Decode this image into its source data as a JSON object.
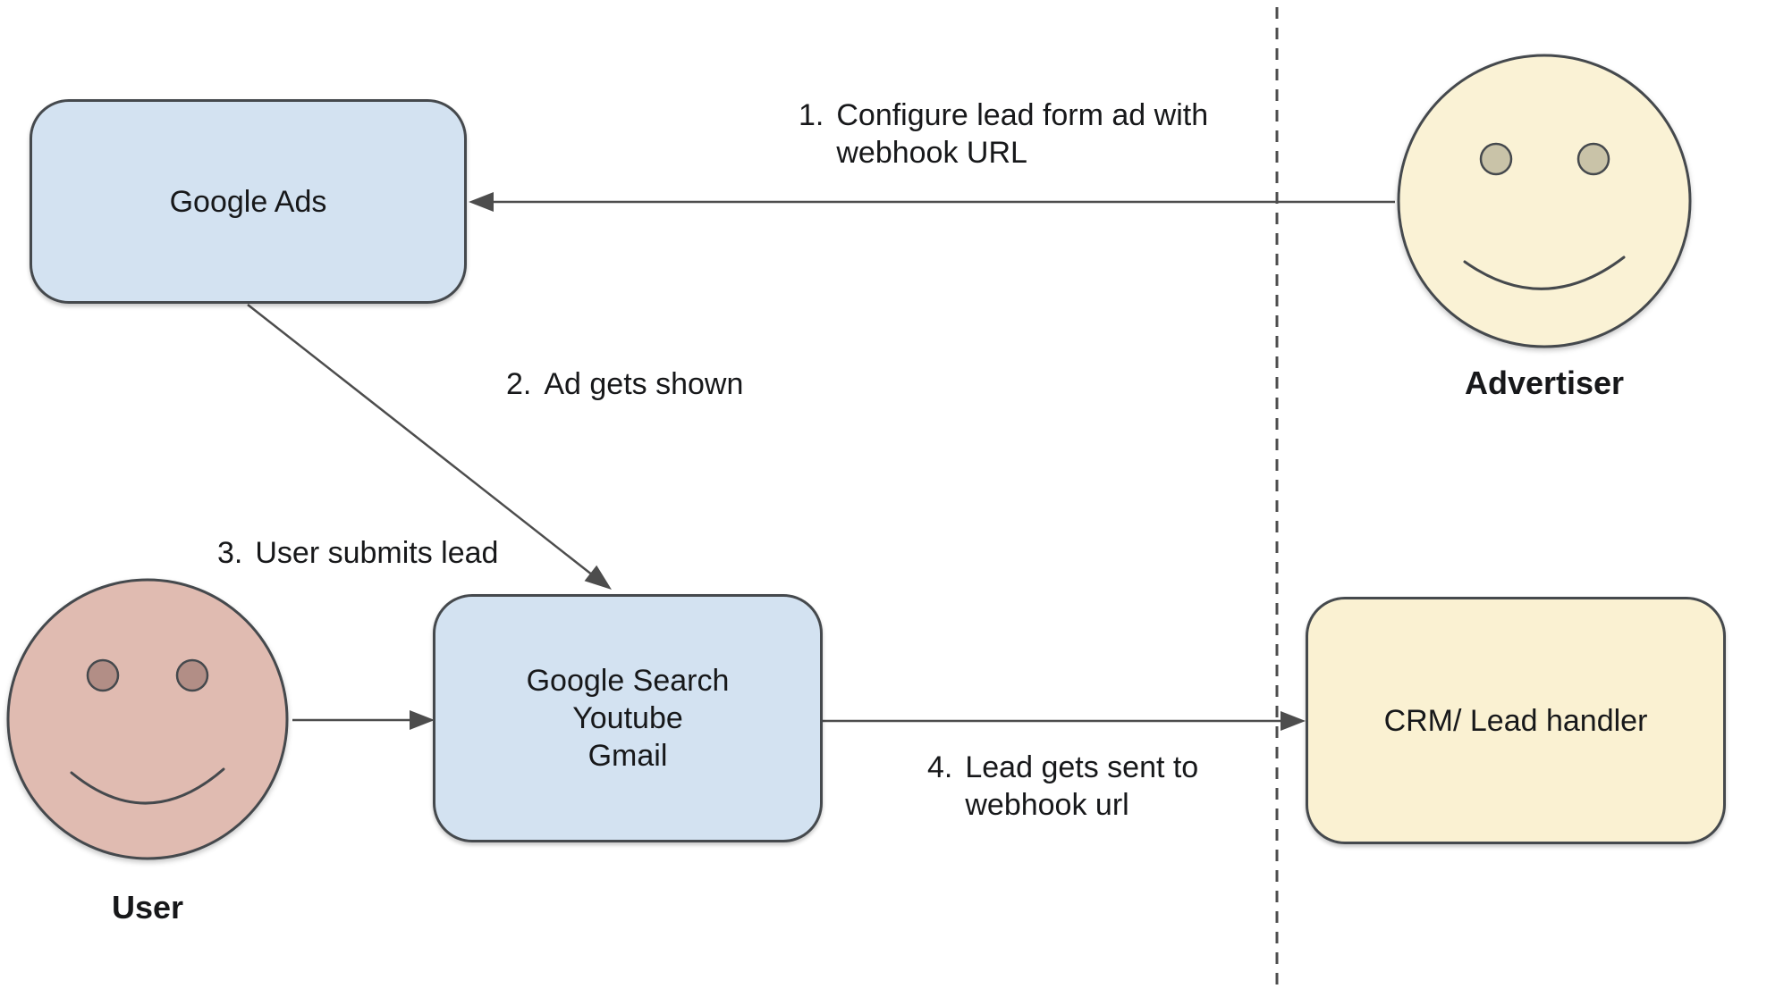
{
  "nodes": {
    "google_ads": {
      "label": "Google Ads"
    },
    "google_search": {
      "line1": "Google Search",
      "line2": "Youtube",
      "line3": "Gmail"
    },
    "crm": {
      "label": "CRM/ Lead handler"
    }
  },
  "actors": {
    "advertiser": {
      "label": "Advertiser"
    },
    "user": {
      "label": "User"
    }
  },
  "steps": {
    "s1": {
      "num": "1.",
      "line1": "Configure lead form ad with",
      "line2": "webhook URL"
    },
    "s2": {
      "num": "2.",
      "line1": "Ad gets shown"
    },
    "s3": {
      "num": "3.",
      "line1": "User submits lead"
    },
    "s4": {
      "num": "4.",
      "line1": "Lead gets sent to",
      "line2": "webhook url"
    }
  },
  "colors": {
    "node_blue_fill": "#D3E2F1",
    "node_yellow_fill": "#FAF1D2",
    "advertiser_face_fill": "#FAF2D5",
    "advertiser_eye_fill": "#C9C3A8",
    "user_face_fill": "#E0BBB1",
    "user_eye_fill": "#B28E86",
    "shape_outline": "#45494D",
    "connector": "#4D4D4D",
    "text": "#17181A",
    "background": "#FFFFFF"
  }
}
